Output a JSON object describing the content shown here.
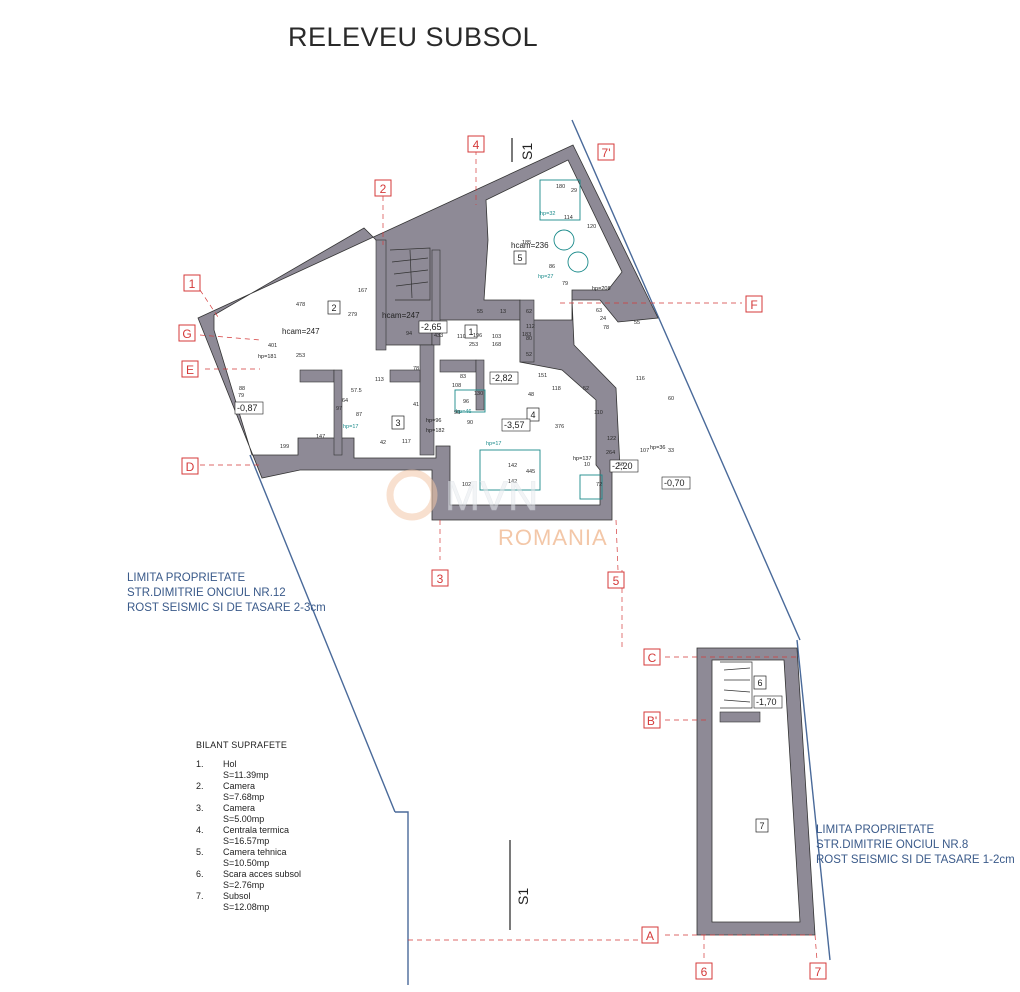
{
  "title": "RELEVEU SUBSOL",
  "axes_red": [
    {
      "id": "1"
    },
    {
      "id": "2"
    },
    {
      "id": "3"
    },
    {
      "id": "4"
    },
    {
      "id": "5"
    },
    {
      "id": "6"
    },
    {
      "id": "7"
    },
    {
      "id": "7'"
    },
    {
      "id": "A"
    },
    {
      "id": "B'"
    },
    {
      "id": "C"
    },
    {
      "id": "D"
    },
    {
      "id": "E"
    },
    {
      "id": "F"
    },
    {
      "id": "G"
    }
  ],
  "section_labels": [
    "S1",
    "S1"
  ],
  "room_numbers": [
    "1",
    "2",
    "3",
    "4",
    "5",
    "6",
    "7"
  ],
  "levels": [
    "-2,65",
    "-2,82",
    "-3,57",
    "-0,87",
    "-2,20",
    "-0,70",
    "-1,70"
  ],
  "heights": [
    "hcam=247",
    "hcam=247",
    "hcam=236"
  ],
  "sill_heights": [
    "hp=181",
    "hp=17",
    "hp=96",
    "hp=182",
    "hp=46",
    "hp=17",
    "hp=137",
    "hp=27",
    "hp=208",
    "hp=32",
    "hp=36"
  ],
  "dimensions": [
    "478",
    "401",
    "279",
    "253",
    "167",
    "94",
    "78",
    "433",
    "253",
    "196",
    "110",
    "168",
    "103",
    "90",
    "55",
    "13",
    "62",
    "112",
    "80",
    "52",
    "183",
    "151",
    "118",
    "48",
    "110",
    "376",
    "445",
    "142",
    "102",
    "142",
    "72",
    "96",
    "130",
    "83",
    "108",
    "90",
    "117",
    "42",
    "87",
    "97",
    "88",
    "79",
    "64",
    "57.5",
    "113",
    "41",
    "199",
    "147",
    "52",
    "116",
    "60",
    "33",
    "264",
    "107",
    "122",
    "10",
    "56",
    "78",
    "55",
    "24",
    "86",
    "79",
    "63",
    "180",
    "29",
    "120",
    "114",
    "185",
    "106",
    "236"
  ],
  "watermark": {
    "brand": "MVN",
    "country": "ROMANIA"
  },
  "notes": [
    {
      "lines": [
        "LIMITA PROPRIETATE",
        "STR.DIMITRIE ONCIUL NR.12",
        "ROST SEISMIC SI DE TASARE 2-3cm"
      ]
    },
    {
      "lines": [
        "LIMITA PROPRIETATE",
        "STR.DIMITRIE ONCIUL NR.8",
        "ROST SEISMIC SI DE TASARE 1-2cm"
      ]
    }
  ],
  "bilant": {
    "header": "BILANT SUPRAFETE",
    "items": [
      {
        "num": "1.",
        "name": "Hol",
        "area": "S=11.39mp"
      },
      {
        "num": "2.",
        "name": "Camera",
        "area": "S=7.68mp"
      },
      {
        "num": "3.",
        "name": "Camera",
        "area": "S=5.00mp"
      },
      {
        "num": "4.",
        "name": "Centrala termica",
        "area": "S=16.57mp"
      },
      {
        "num": "5.",
        "name": "Camera tehnica",
        "area": "S=10.50mp"
      },
      {
        "num": "6.",
        "name": "Scara acces subsol",
        "area": "S=2.76mp"
      },
      {
        "num": "7.",
        "name": "Subsol",
        "area": "S=12.08mp"
      }
    ]
  },
  "colors": {
    "wall": "#8e8a96",
    "axis": "#d43a3a",
    "dim": "#2b2b2b",
    "teal": "#1a8a8a",
    "note": "#3a5a8a",
    "watermark": "#f3c7a8"
  }
}
